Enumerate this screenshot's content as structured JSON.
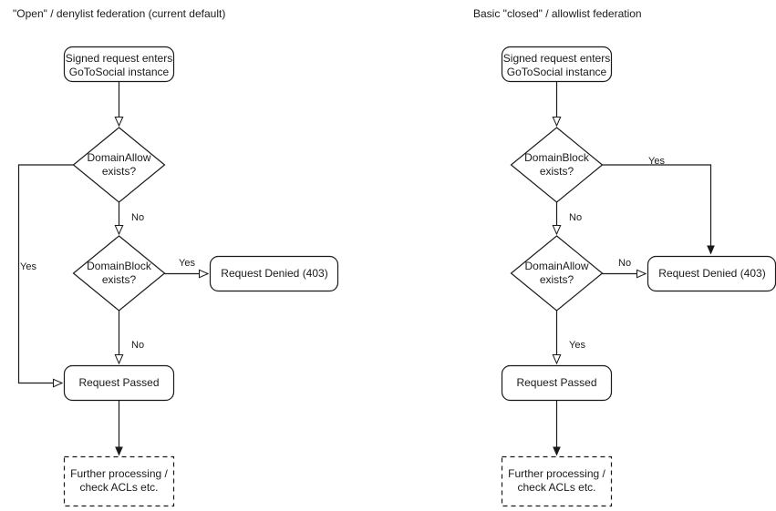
{
  "page": {
    "background_color": "#ffffff",
    "stroke_color": "#1a1a1a",
    "text_color": "#1a1a1a"
  },
  "diagrams": [
    {
      "id": "open-denylist",
      "title": "\"Open\" / denylist federation (current default)",
      "nodes": {
        "entry": "Signed request enters\nGoToSocial instance",
        "decision_1": "DomainAllow\nexists?",
        "decision_2": "DomainBlock\nexists?",
        "denied": "Request Denied (403)",
        "passed": "Request Passed",
        "further": "Further processing /\ncheck ACLs etc."
      },
      "edge_labels": {
        "allow_yes": "Yes",
        "allow_no": "No",
        "block_yes": "Yes",
        "block_no": "No"
      }
    },
    {
      "id": "closed-allowlist",
      "title": "Basic \"closed\" / allowlist federation",
      "nodes": {
        "entry": "Signed request enters\nGoToSocial instance",
        "decision_1": "DomainBlock\nexists?",
        "decision_2": "DomainAllow\nexists?",
        "denied": "Request Denied (403)",
        "passed": "Request Passed",
        "further": "Further processing /\ncheck ACLs etc."
      },
      "edge_labels": {
        "block_yes": "Yes",
        "block_no": "No",
        "allow_no": "No",
        "allow_yes": "Yes"
      }
    }
  ]
}
